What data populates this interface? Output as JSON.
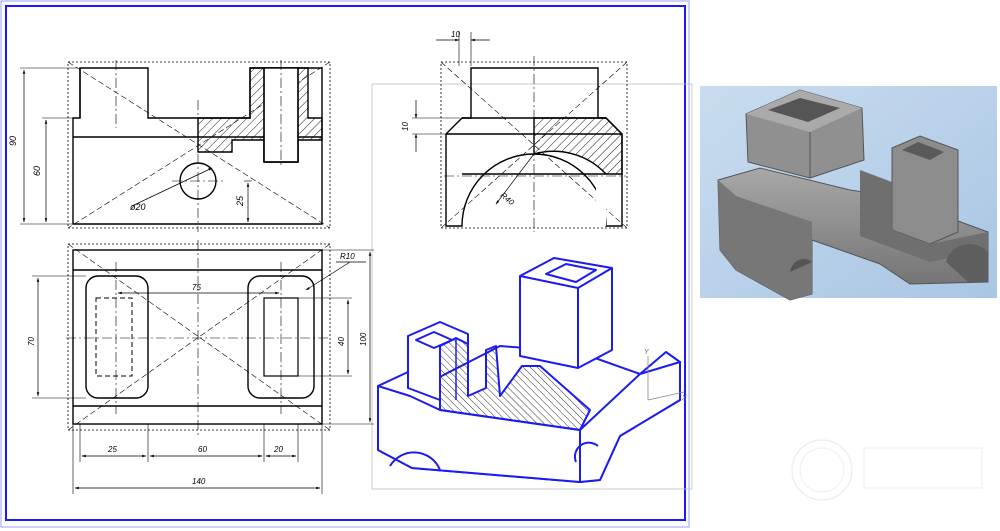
{
  "drawing": {
    "front_view": {
      "dim_overall_height": "90",
      "dim_base_height": "60",
      "dim_hole_diameter": "ø20",
      "dim_hole_center_height": "25"
    },
    "side_view": {
      "dim_top_width": "10",
      "dim_chamfer": "10",
      "dim_arc_radius": "R40"
    },
    "top_view": {
      "dim_fillet_radius": "R10",
      "dim_slot_spacing": "75",
      "dim_pocket_depth": "70",
      "dim_inner_width": "40",
      "dim_overall_width": "100",
      "dim_left_offset": "25",
      "dim_middle_span": "60",
      "dim_right_offset": "20",
      "dim_overall_length": "140"
    },
    "iso_view": {
      "axis_y_label": "Y",
      "axis_x_label": "X"
    }
  },
  "colors": {
    "frame_border": "#1a1aff",
    "line": "#000000",
    "iso_stroke": "#1c1cf0",
    "hatch": "#000000",
    "render_bg": "#b9d2ea",
    "render_part": "#8a8a8a"
  }
}
